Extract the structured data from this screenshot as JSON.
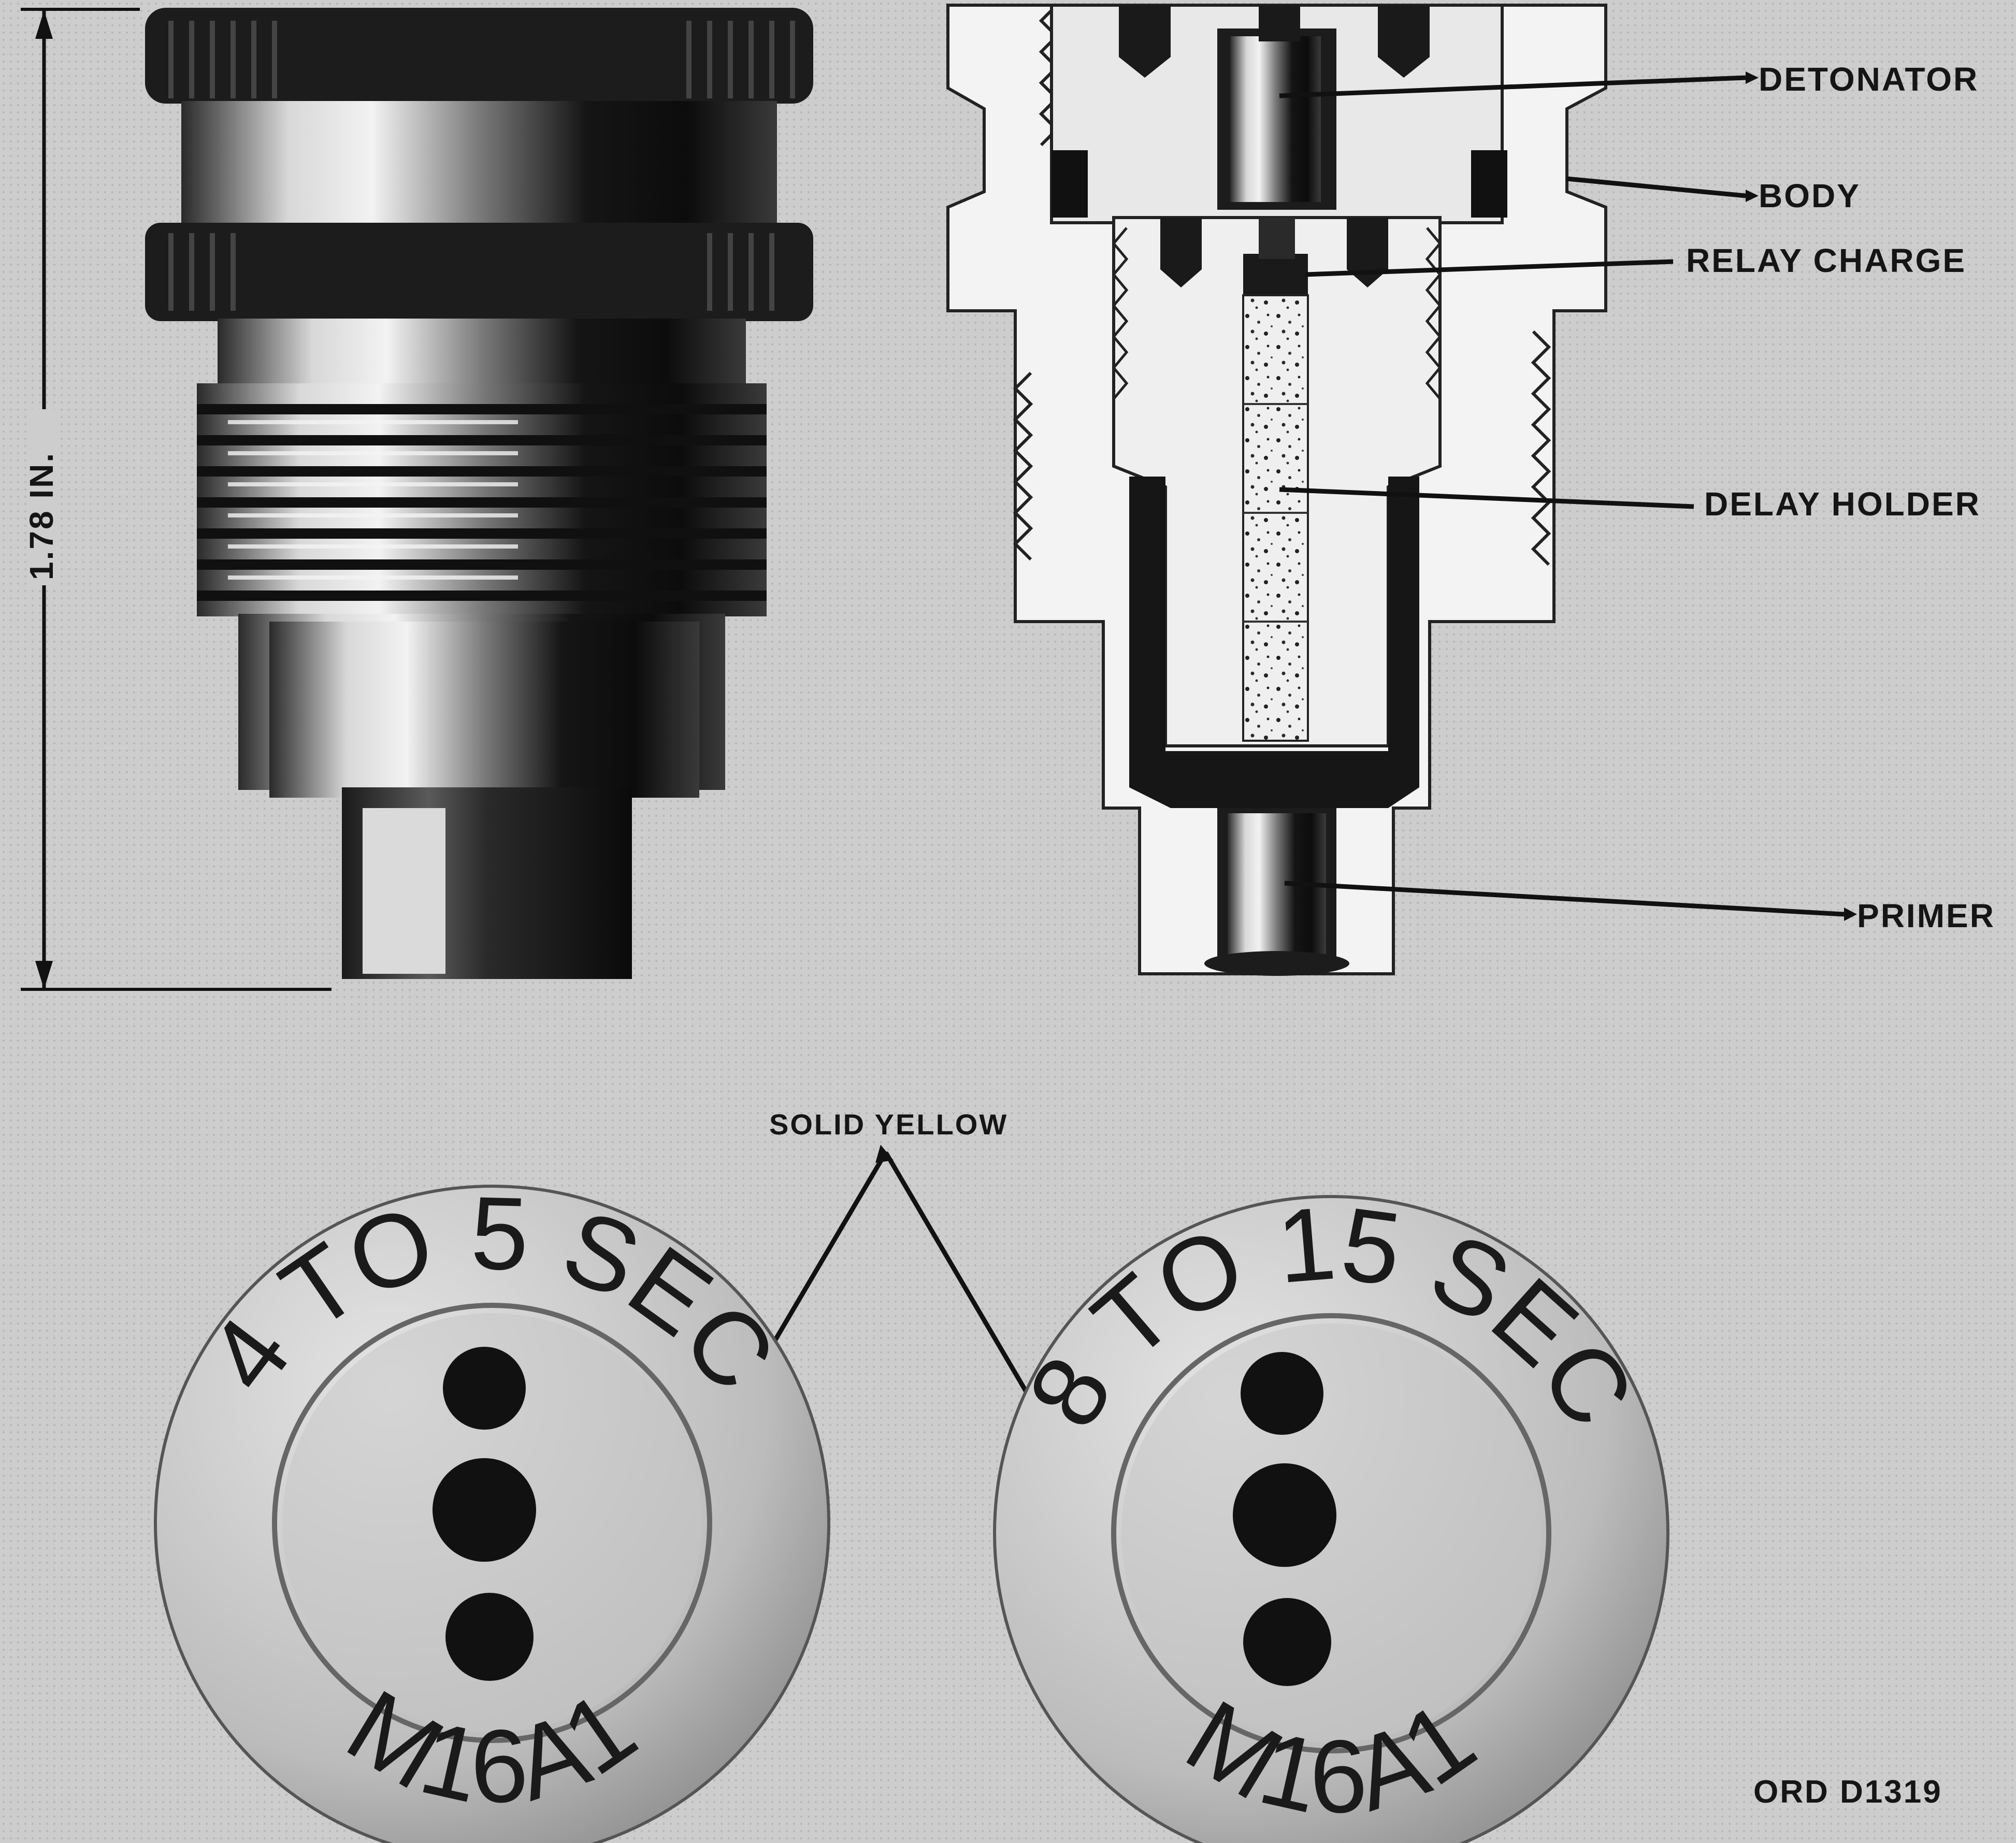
{
  "dimension": {
    "text": "1.78 IN."
  },
  "callouts": {
    "detonator": "DETONATOR",
    "body": "BODY",
    "relay_charge": "RELAY CHARGE",
    "delay_holder": "DELAY HOLDER",
    "primer": "PRIMER",
    "solid_yellow": "SOLID YELLOW"
  },
  "discs": [
    {
      "time_marking": "4 TO 5 SEC",
      "model_marking": "M16A1"
    },
    {
      "time_marking": "8 TO 15 SEC",
      "model_marking": "M16A1"
    }
  ],
  "figure_id": "ORD D1319",
  "colors": {
    "background": "#c9c9c9",
    "ink": "#151515",
    "metal_light": "#e8e8e8",
    "metal_dark": "#1a1a1a"
  }
}
